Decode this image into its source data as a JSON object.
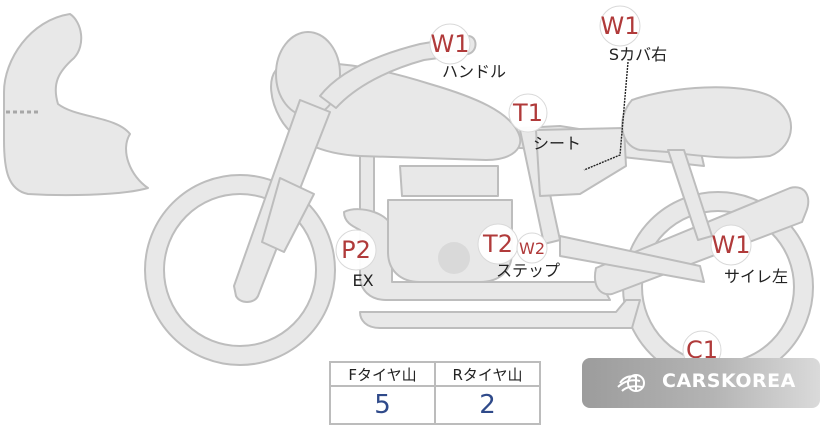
{
  "markers": [
    {
      "code": "W1",
      "label": "ハンドル"
    },
    {
      "code": "W1",
      "label": "Sカバ右"
    },
    {
      "code": "T1",
      "label": "シート"
    },
    {
      "code": "P2",
      "label": "EX"
    },
    {
      "code": "T2",
      "label": ""
    },
    {
      "code": "W2",
      "label": "ステップ"
    },
    {
      "code": "W1",
      "label": "サイレ左"
    },
    {
      "code": "C1",
      "label": ""
    }
  ],
  "grades": {
    "headers": [
      "Fタイヤ山",
      "Rタイヤ山"
    ],
    "values": [
      "5",
      "2"
    ]
  },
  "brand": {
    "name": "CARSKOREA",
    "icon": "carskorea-logo-icon"
  },
  "colors": {
    "part_fill": "#e8e8e8",
    "part_stroke": "#bdbdbd",
    "marker_text": "#b03a3a",
    "grade_value": "#2f4a8a"
  }
}
